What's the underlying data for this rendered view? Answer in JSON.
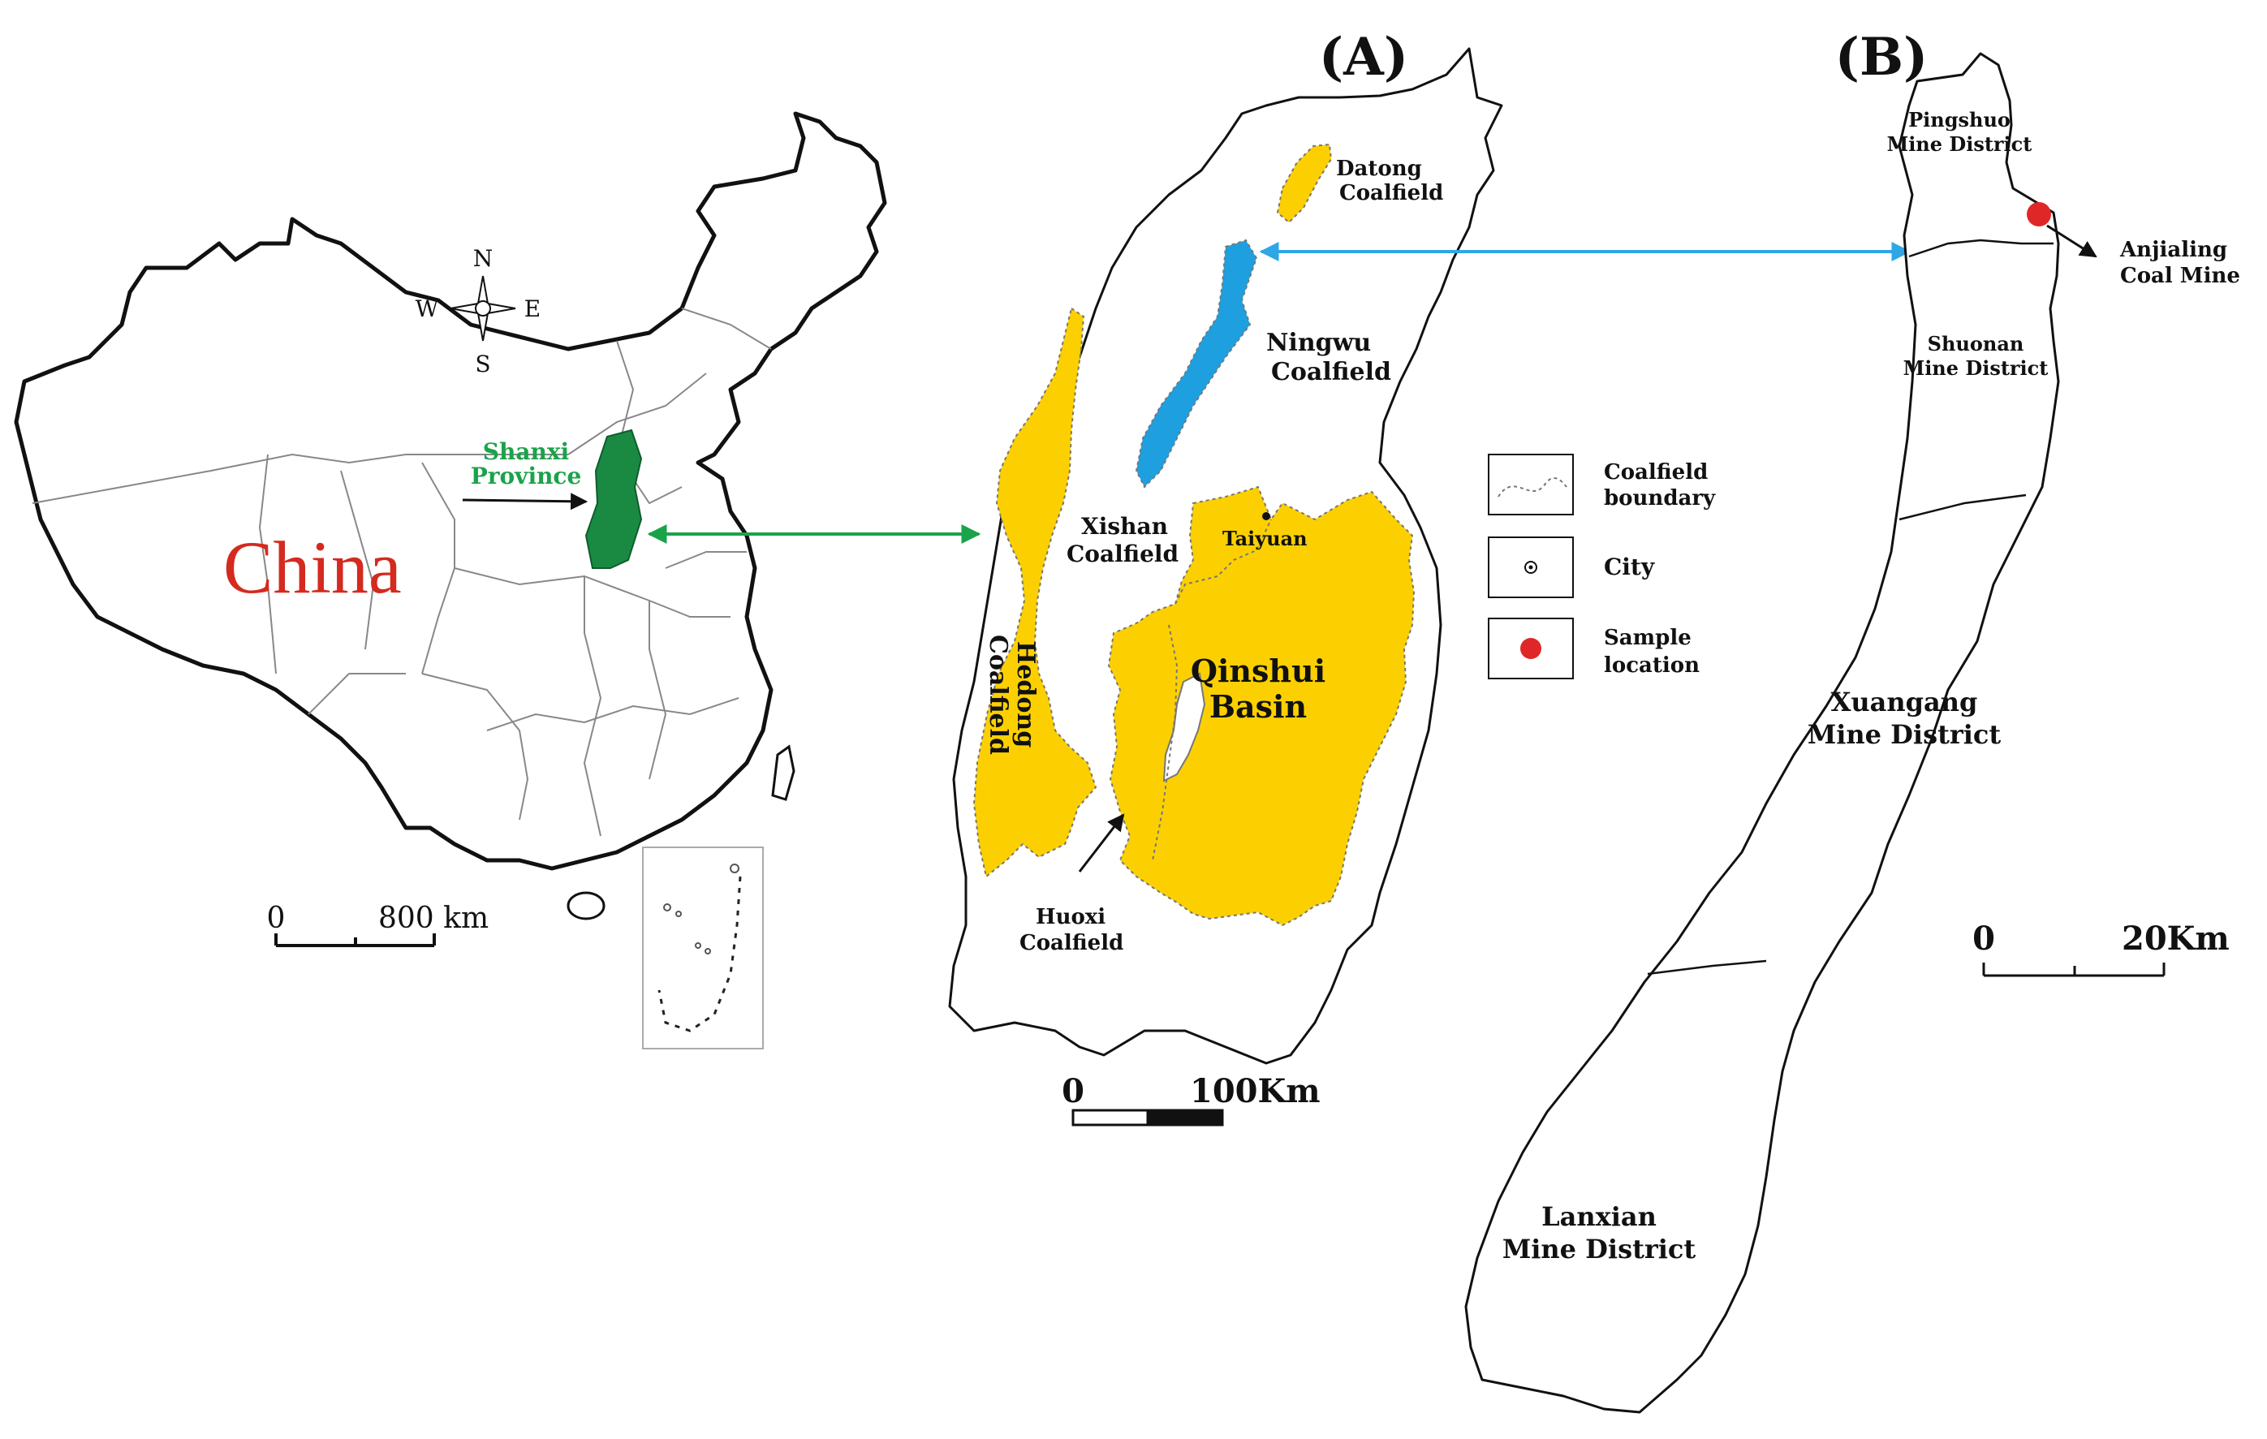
{
  "panel_labels": {
    "a": "(A)",
    "b": "(B)"
  },
  "china_map": {
    "country_label": "China",
    "province_label_line1": "Shanxi",
    "province_label_line2": "Province",
    "compass": {
      "n": "N",
      "s": "S",
      "e": "E",
      "w": "W"
    },
    "scale": {
      "start": "0",
      "end": "800 km"
    }
  },
  "shanxi_map": {
    "coalfields": {
      "datong_1": "Datong",
      "datong_2": "Coalfield",
      "ningwu_1": "Ningwu",
      "ningwu_2": "Coalfield",
      "xishan_1": "Xishan",
      "xishan_2": "Coalfield",
      "hedong_1": "Hedong",
      "hedong_2": "Coalfield",
      "qinshui_1": "Qinshui",
      "qinshui_2": "Basin",
      "huoxi_1": "Huoxi",
      "huoxi_2": "Coalfield"
    },
    "city": "Taiyuan",
    "scale": {
      "start": "0",
      "end": "100Km"
    }
  },
  "legend": {
    "boundary_1": "Coalfield",
    "boundary_2": "boundary",
    "city": "City",
    "sample_1": "Sample",
    "sample_2": "location"
  },
  "ningwu_map": {
    "districts": {
      "pingshuo_1": "Pingshuo",
      "pingshuo_2": "Mine District",
      "shuonan_1": "Shuonan",
      "shuonan_2": "Mine District",
      "xuangang_1": "Xuangang",
      "xuangang_2": "Mine District",
      "lanxian_1": "Lanxian",
      "lanxian_2": "Mine District"
    },
    "mine_1": "Anjialing",
    "mine_2": "Coal Mine",
    "scale": {
      "start": "0",
      "end": "20Km"
    }
  },
  "colors": {
    "coalfield": "#fcd000",
    "ningwu": "#1e9fe0",
    "shanxi": "#1a8a43",
    "green_arrow": "#1aa34a",
    "blue_arrow": "#2fa6e6",
    "sample": "#e02727",
    "china_text": "#d42a1f"
  }
}
